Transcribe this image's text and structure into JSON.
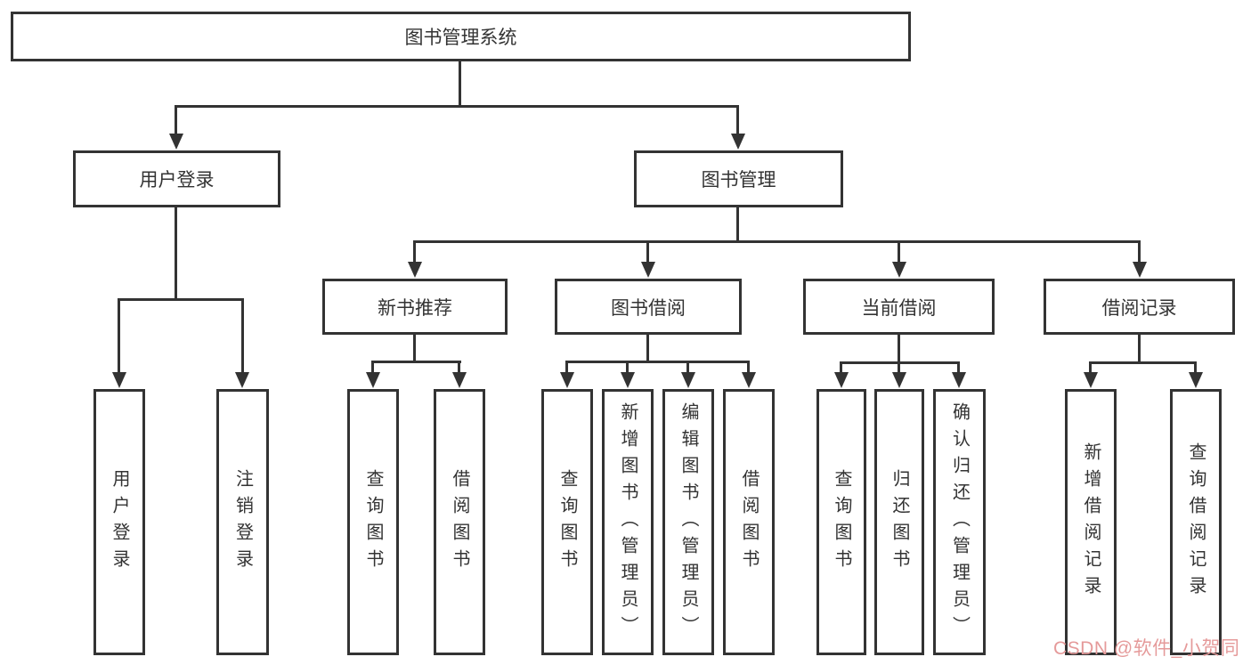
{
  "tree": {
    "label": "图书管理系统",
    "children": [
      {
        "label": "用户登录",
        "children": [
          {
            "label": "用户登录"
          },
          {
            "label": "注销登录"
          }
        ]
      },
      {
        "label": "图书管理",
        "children": [
          {
            "label": "新书推荐",
            "children": [
              {
                "label": "查询图书"
              },
              {
                "label": "借阅图书"
              }
            ]
          },
          {
            "label": "图书借阅",
            "children": [
              {
                "label": "查询图书"
              },
              {
                "label": "新增图书（管理员）"
              },
              {
                "label": "编辑图书（管理员）"
              },
              {
                "label": "借阅图书"
              }
            ]
          },
          {
            "label": "当前借阅",
            "children": [
              {
                "label": "查询图书"
              },
              {
                "label": "归还图书"
              },
              {
                "label": "确认归还（管理员）"
              }
            ]
          },
          {
            "label": "借阅记录",
            "children": [
              {
                "label": "新增借阅记录"
              },
              {
                "label": "查询借阅记录"
              }
            ]
          }
        ]
      }
    ]
  },
  "watermark": {
    "text": "CSDN @软件_小贺同学",
    "color": "#e59a9a"
  },
  "colors": {
    "line": "#333333",
    "text": "#333333",
    "background": "#ffffff"
  }
}
